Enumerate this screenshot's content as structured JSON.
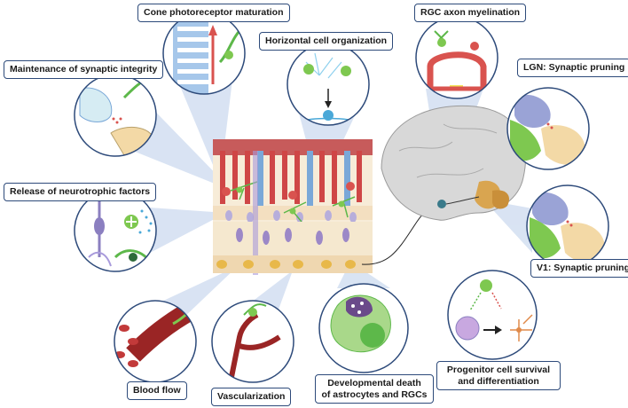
{
  "labels": {
    "cone": "Cone photoreceptor maturation",
    "horizontal": "Horizontal cell organization",
    "rgc": "RGC axon myelination",
    "maintenance": "Maintenance of synaptic integrity",
    "lgn": "LGN: Synaptic pruning",
    "neurotrophic": "Release of neurotrophic factors",
    "v1": "V1: Synaptic pruning",
    "blood": "Blood flow",
    "vasc": "Vascularization",
    "death_line1": "Developmental death",
    "death_line2": "of astrocytes and RGCs",
    "progenitor_line1": "Progenitor cell survival",
    "progenitor_line2": "and differentiation"
  },
  "colors": {
    "label_border": "#2d4a7a",
    "circle_border": "#2d4a7a",
    "astrocyte_green": "#7ec850",
    "photoreceptor_red": "#c94a4a",
    "bipolar_purple": "#8b7fc0",
    "myelin_yellow": "#f2e55a",
    "cone_blue": "#7aa8d8",
    "presynaptic_blue": "#9aa3d6",
    "postsynaptic_tan": "#f3d9a6",
    "brain_gray": "#c9c9c9",
    "visual_cortex_orange": "#d9a550",
    "beam_blue": "#c9d8ee"
  },
  "icons": [
    "plus-icon",
    "arrow-down-icon",
    "arrow-right-icon"
  ]
}
